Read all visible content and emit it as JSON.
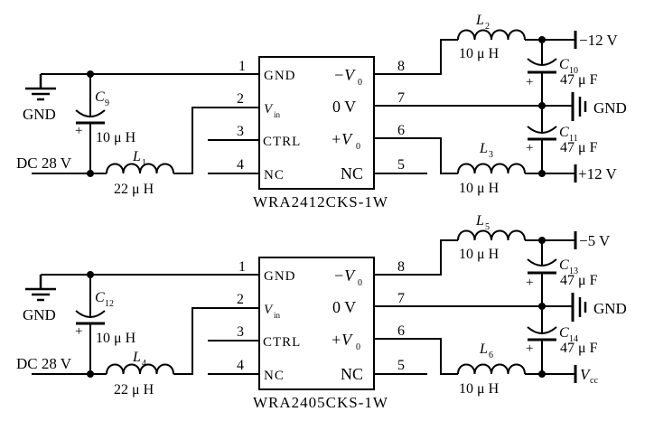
{
  "circuits": [
    {
      "input": {
        "gnd": "GND",
        "source": "DC 28 V",
        "cap": {
          "ref": "C",
          "sub": "9",
          "value": "10 μ H",
          "plus": "+"
        },
        "ind": {
          "ref": "L",
          "sub": "1",
          "value": "22 μ H"
        }
      },
      "ic": {
        "name": "WRA2412CKS-1W",
        "p1": {
          "n": "1",
          "label": "GND"
        },
        "p2": {
          "n": "2",
          "label": "V",
          "sub": "in"
        },
        "p3": {
          "n": "3",
          "label": "CTRL"
        },
        "p4": {
          "n": "4",
          "label": "NC"
        },
        "p8": {
          "n": "8",
          "label": "−V",
          "sub": "0"
        },
        "p7": {
          "n": "7",
          "label": "0 V"
        },
        "p6": {
          "n": "6",
          "label": "+V",
          "sub": "0"
        },
        "p5": {
          "n": "5",
          "label": "NC"
        }
      },
      "out_neg": {
        "ind": {
          "ref": "L",
          "sub": "2",
          "value": "10 μ H"
        },
        "cap": {
          "ref": "C",
          "sub": "10",
          "value": "47 μ F",
          "plus": "+"
        },
        "terminal": "−12 V"
      },
      "out_zero": {
        "cap": {
          "ref": "C",
          "sub": "11",
          "value": "47 μ F",
          "plus": "+"
        },
        "terminal": "GND"
      },
      "out_pos": {
        "ind": {
          "ref": "L",
          "sub": "3",
          "value": "10 μ H"
        },
        "terminal": "+12 V"
      }
    },
    {
      "input": {
        "gnd": "GND",
        "source": "DC 28 V",
        "cap": {
          "ref": "C",
          "sub": "12",
          "value": "10 μ H",
          "plus": "+"
        },
        "ind": {
          "ref": "L",
          "sub": "4",
          "value": "22 μ H"
        }
      },
      "ic": {
        "name": "WRA2405CKS-1W",
        "p1": {
          "n": "1",
          "label": "GND"
        },
        "p2": {
          "n": "2",
          "label": "V",
          "sub": "in"
        },
        "p3": {
          "n": "3",
          "label": "CTRL"
        },
        "p4": {
          "n": "4",
          "label": "NC"
        },
        "p8": {
          "n": "8",
          "label": "−V",
          "sub": "0"
        },
        "p7": {
          "n": "7",
          "label": "0 V"
        },
        "p6": {
          "n": "6",
          "label": "+V",
          "sub": "0"
        },
        "p5": {
          "n": "5",
          "label": "NC"
        }
      },
      "out_neg": {
        "ind": {
          "ref": "L",
          "sub": "5",
          "value": "10 μ H"
        },
        "cap": {
          "ref": "C",
          "sub": "13",
          "value": "47 μ F",
          "plus": "+"
        },
        "terminal": "−5 V"
      },
      "out_zero": {
        "cap": {
          "ref": "C",
          "sub": "14",
          "value": "47 μ F",
          "plus": "+"
        },
        "terminal": "GND"
      },
      "out_pos": {
        "ind": {
          "ref": "L",
          "sub": "6",
          "value": "10 μ H"
        },
        "terminal": "V",
        "terminal_sub": "cc"
      }
    }
  ]
}
